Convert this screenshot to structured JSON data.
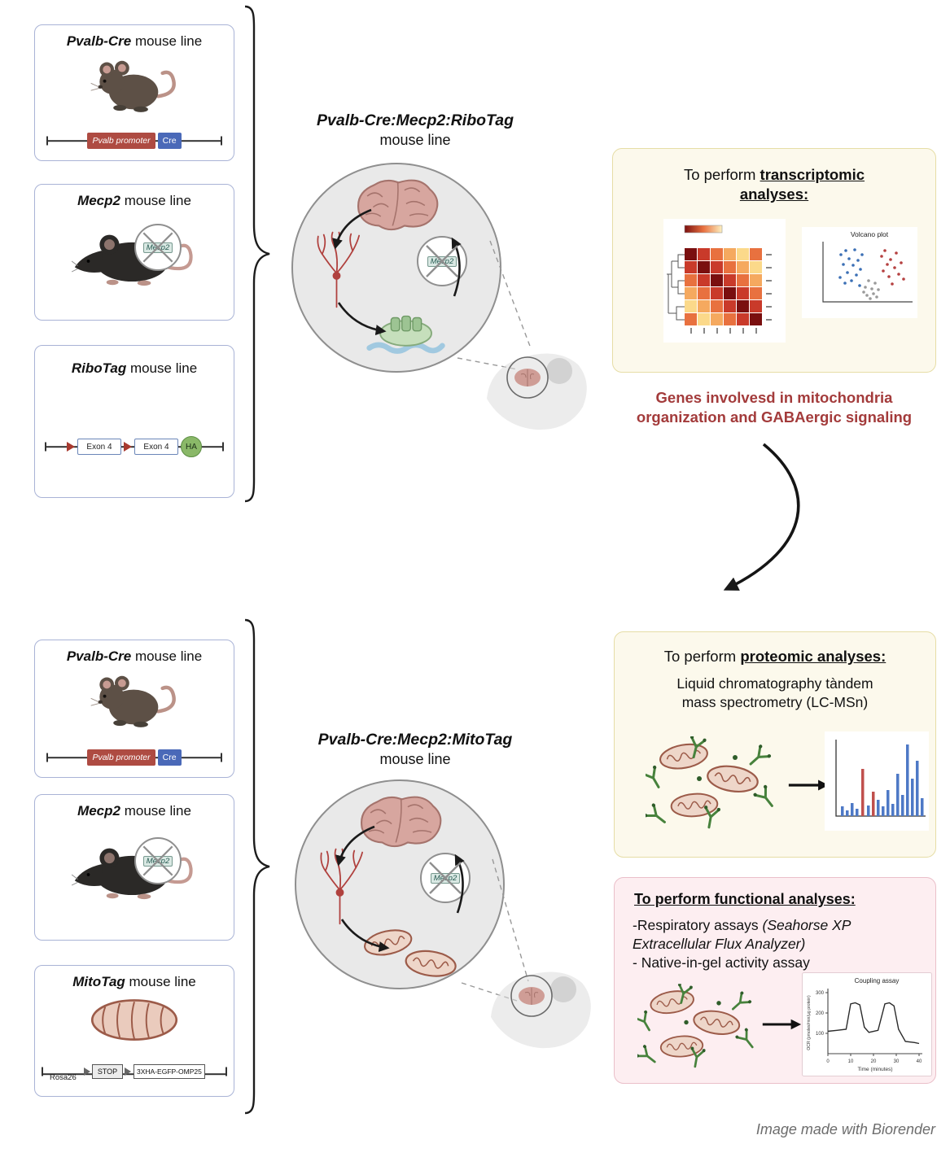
{
  "shared": {
    "mecp2_circle_label": "Mecp2",
    "mouse_line_suffix": " mouse line"
  },
  "genes": {
    "pvalb": "Pvalb-Cre",
    "mecp2": "Mecp2",
    "ribotag": "RiboTag",
    "mitotag": "MitoTag"
  },
  "constructs": {
    "pvalb": {
      "promoter": "Pvalb promoter",
      "cre": "Cre"
    },
    "ribotag": {
      "exon_a": "Exon 4",
      "exon_b": "Exon 4",
      "ha": "HA"
    },
    "mitotag": {
      "rosa": "Rosa26",
      "stop": "STOP",
      "cassette": "3XHA-EGFP-OMP25"
    }
  },
  "combined": {
    "ribotag": {
      "title": "Pvalb-Cre:Mecp2:RiboTag",
      "subtitle": "mouse line"
    },
    "mitotag": {
      "title": "Pvalb-Cre:Mecp2:MitoTag",
      "subtitle": "mouse line"
    }
  },
  "analyses": {
    "transcriptomic": {
      "prefix": "To perform",
      "emph": "transcriptomic analyses:",
      "volcano_title": "Volcano plot"
    },
    "finding": {
      "line1": "Genes involvesd in mitochondria",
      "line2": "organization and GABAergic signaling"
    },
    "proteomic": {
      "prefix": "To perform",
      "emph": "proteomic analyses:",
      "method_line1": "Liquid chromatography tàndem",
      "method_line2": "mass spectrometry (LC-MSn)"
    },
    "functional": {
      "heading": "To perform functional analyses:",
      "item1_text": "-Respiratory assays ",
      "item1_italic": "(Seahorse XP Extracellular Flux Analyzer)",
      "item2": "- Native-in-gel activity assay"
    }
  },
  "chart_data": {
    "type": "line",
    "title": "Coupling assay",
    "xlabel": "Time (minutes)",
    "ylabel": "OCR (pmoles/min/µg protein)",
    "x": [
      0,
      4,
      8,
      10,
      12,
      14,
      16,
      18,
      22,
      25,
      27,
      29,
      31,
      34,
      38,
      40
    ],
    "series": [
      {
        "name": "OCR",
        "values": [
          110,
          115,
          120,
          245,
          250,
          240,
          130,
          105,
          115,
          245,
          250,
          235,
          120,
          60,
          55,
          50
        ]
      }
    ],
    "xticks": [
      0,
      10,
      20,
      30,
      40
    ],
    "yticks": [
      100,
      200,
      300
    ],
    "xlim": [
      0,
      40
    ],
    "ylim": [
      0,
      300
    ]
  },
  "colors": {
    "finding_text": "#a33b3b",
    "analysis_box_bg": "#fcf9ec",
    "analysis_box_border": "#e6dda6",
    "functional_box_bg": "#fdeef1",
    "functional_box_border": "#eabfc9",
    "mouse_box_border": "#a9b3d6"
  },
  "credit": "Image made with Biorender"
}
